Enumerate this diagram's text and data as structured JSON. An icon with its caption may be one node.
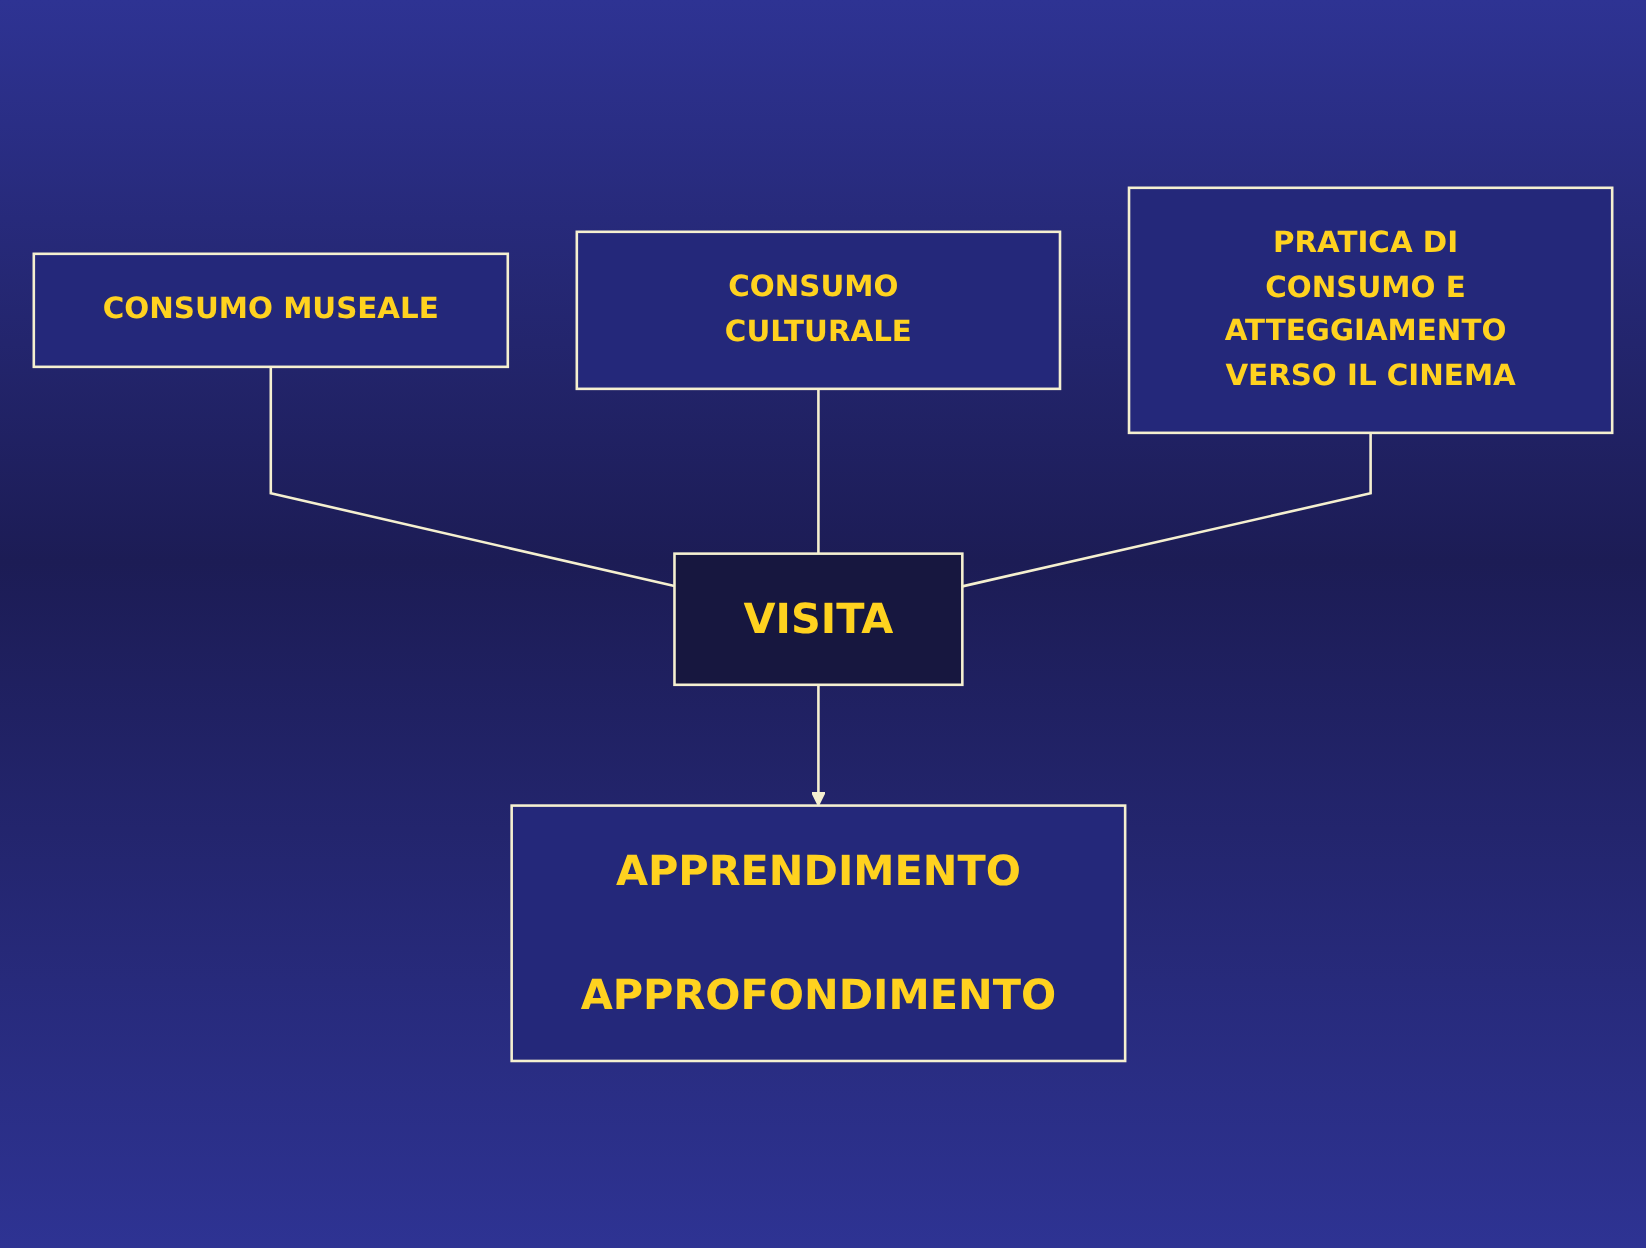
{
  "diagram": {
    "nodes": [
      {
        "text": [
          "CONSUMO MUSEALE"
        ]
      },
      {
        "text": [
          "CONSUMO CULTURALE"
        ]
      },
      {
        "text": [
          "PRATICA DI CONSUMO E ATTEGGIAMENTO VERSO IL CINEMA"
        ]
      },
      {
        "text": [
          "VISITA"
        ]
      },
      {
        "text": [
          "APPRENDIMENTO",
          "APPROFONDIMENTO"
        ]
      }
    ],
    "edges": [
      {
        "from": 0,
        "to": 3,
        "arrow": "none"
      },
      {
        "from": 1,
        "to": 3,
        "arrow": "none"
      },
      {
        "from": 2,
        "to": 3,
        "arrow": "none"
      },
      {
        "from": 3,
        "to": 4,
        "arrow": "to"
      }
    ]
  }
}
